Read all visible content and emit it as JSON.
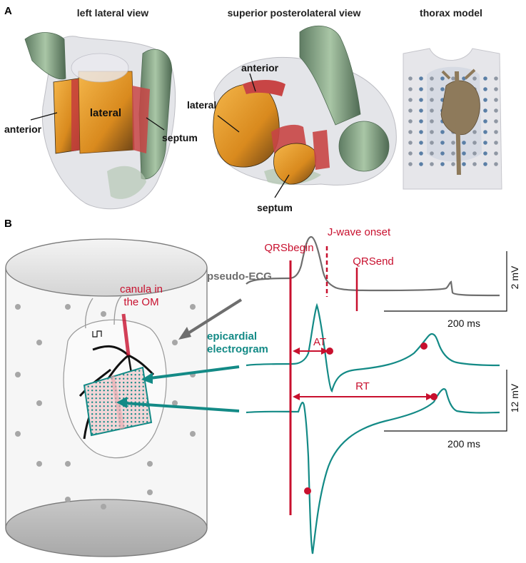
{
  "panels": {
    "a": "A",
    "b": "B"
  },
  "views": {
    "left_lateral": "left lateral view",
    "superior": "superior posterolateral view",
    "thorax": "thorax model"
  },
  "labels": {
    "anterior": "anterior",
    "lateral": "lateral",
    "septum": "septum"
  },
  "panel_b": {
    "canula_line1": "canula in",
    "canula_line2": "the OM",
    "pseudo_ecg": "pseudo-ECG",
    "epi_line1": "epicardial",
    "epi_line2": "electrogram",
    "qrs_begin": "QRSbegin",
    "j_wave": "J-wave onset",
    "qrs_end": "QRSend",
    "at": "AT",
    "rt": "RT",
    "scale_ecg_v": "2 mV",
    "scale_ecg_t": "200 ms",
    "scale_egm_v": "12 mV",
    "scale_egm_t": "200 ms"
  },
  "colors": {
    "red": "#c8102e",
    "teal": "#138a86",
    "grey": "#6e6e6e",
    "orange": "#e0962a",
    "green": "#8aa888"
  }
}
